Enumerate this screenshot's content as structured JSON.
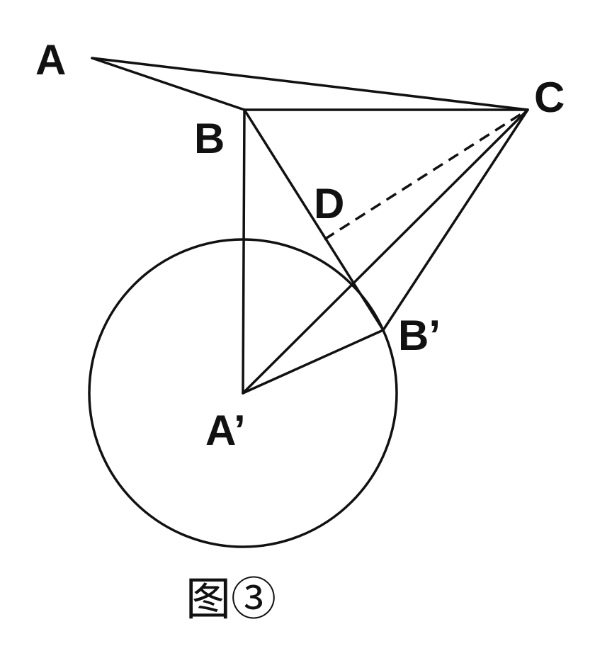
{
  "points": {
    "A": "A",
    "B": "B",
    "C": "C",
    "D": "D",
    "A_prime": "A’",
    "B_prime": "B’"
  },
  "caption": "图③"
}
